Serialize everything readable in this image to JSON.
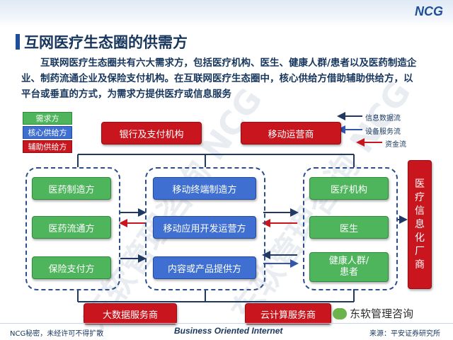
{
  "brand": "NCG",
  "title": "互网医疗生态圈的供需方",
  "description": "互联网医疗生态圈共有六大需求方，包括医疗机构、医生、健康人群/患者以及医药制造企业、制药流通企业及保险支付机构。在互联网医疗生态圈中，核心供给方借助辅助供给方，以平台或垂直的方式，为需求方提供医疗或信息服务",
  "legend": {
    "demand": "需求方",
    "core": "核心供给方",
    "aux": "辅助供给方"
  },
  "flow_legend": {
    "info": "信息数据流",
    "device": "设备服务流",
    "fund": "资金流"
  },
  "top_boxes": {
    "bank": "银行及支付机构",
    "mobile_op": "移动运营商"
  },
  "left_group": [
    "医药制造方",
    "医药流通方",
    "保险支付方"
  ],
  "center_group": [
    "移动终端制造方",
    "移动应用开发运营方",
    "内容或产品提供方"
  ],
  "right_group": [
    "医疗机构",
    "医生",
    "健康人群/\n患者"
  ],
  "side_box": "医\n疗\n信\n息\n化\n厂\n商",
  "bottom_boxes": {
    "bigdata": "大数据服务商",
    "cloud": "云计算服务商"
  },
  "watermarks": [
    "东软管理咨询 NCG",
    "东软管理咨询 NCG"
  ],
  "footer": {
    "left": "NCG秘密，未经许可不得扩散",
    "middle": "Business Oriented Internet",
    "right": "来源：平安证券研究所",
    "wechat": "东软管理咨询"
  },
  "colors": {
    "green": "#4eb55d",
    "blue": "#3f6fd0",
    "red": "#c9161e",
    "navy": "#17365d",
    "info_flow": "#1f3864",
    "device_flow": "#3355aa",
    "fund_flow": "#c9161e"
  }
}
